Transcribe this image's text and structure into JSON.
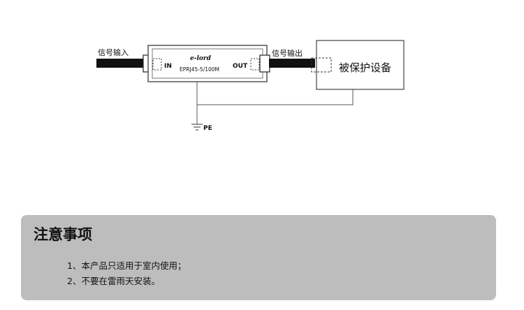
{
  "diagram": {
    "signal_in_label": "信号输入",
    "signal_out_label": "信号输出",
    "brand": "e-lord",
    "model": "EPRJ45-5/100M",
    "port_in": "IN",
    "port_out": "OUT",
    "device_label": "被保护设备",
    "ground_label": "PE"
  },
  "notice": {
    "title": "注意事项",
    "items": [
      "1、本产品只适用于室内使用；",
      "2、不要在雷雨天安装。"
    ]
  },
  "colors": {
    "panel_bg": "#bdbdbd",
    "line": "#333333",
    "cable": "#111111"
  }
}
